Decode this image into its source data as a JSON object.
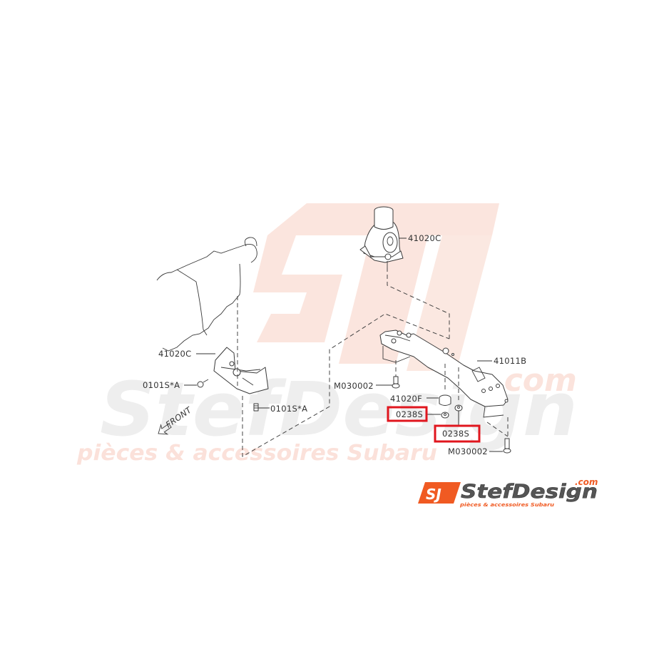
{
  "watermark": {
    "brand_text": "StefDesign",
    "dotcom": ".com",
    "tagline": "pièces & accessoires Subaru",
    "colors": {
      "sj_logo": "#fbe3dc",
      "brand_text": "#efefef",
      "tagline": "#fbe1da"
    }
  },
  "diagram": {
    "labels": {
      "mount_top": "41020C",
      "mount_left": "41020C",
      "crossmember": "41011B",
      "bolt_left_upper": "0101S*A",
      "bolt_left_lower": "0101S*A",
      "bolt_center": "M030002",
      "bushing": "41020F",
      "nut_highlight_1": "0238S",
      "nut_highlight_2": "0238S",
      "bolt_right": "M030002",
      "front_arrow": "FRONT"
    },
    "highlight_color": "#e0161e",
    "line_color": "#3a3a3a"
  },
  "logo": {
    "sj": "SJ",
    "brand": "StefDesign",
    "dotcom": ".com",
    "tagline": "pièces & accessoires Subaru",
    "colors": {
      "orange": "#f05a22",
      "text": "#555555"
    }
  }
}
